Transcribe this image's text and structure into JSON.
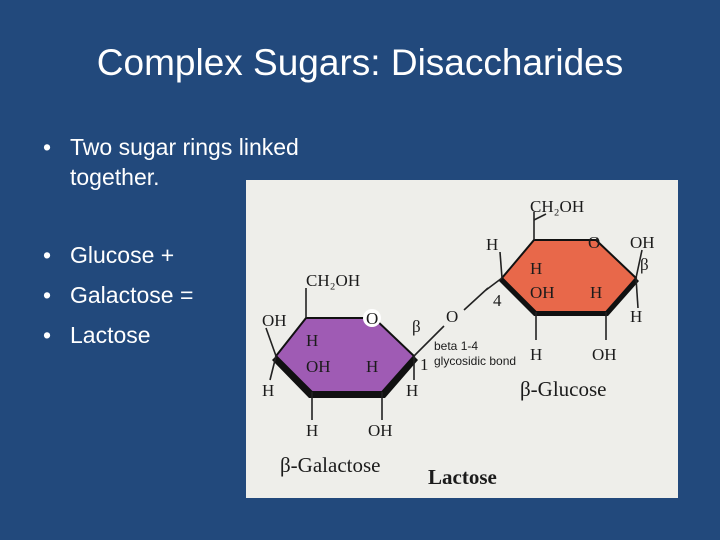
{
  "slide": {
    "title": "Complex Sugars: Disaccharides",
    "bullets": [
      "Two sugar rings linked together.",
      "Glucose +",
      "Galactose =",
      "Lactose"
    ]
  },
  "figure": {
    "glucose": {
      "name": "β-Glucose",
      "ch2oh": "CH₂OH",
      "ring_o": "O",
      "oh_top_right": "OH",
      "beta": "β",
      "h_left_top": "H",
      "h_inner": "H",
      "oh_inner": "OH",
      "h_inner_right": "H",
      "carbon_number": "4",
      "h_right": "H",
      "h_bottom": "H",
      "oh_bottom": "OH"
    },
    "galactose": {
      "name": "β-Galactose",
      "ch2oh": "CH₂OH",
      "ring_o": "O",
      "oh_left": "OH",
      "h_inner_top": "H",
      "oh_inner": "OH",
      "h_inner_right": "H",
      "carbon_number": "1",
      "h_left": "H",
      "h_right": "H",
      "h_bottom": "H",
      "oh_bottom": "OH"
    },
    "link": {
      "beta": "β",
      "oxygen": "O",
      "bond_line1": "beta 1-4",
      "bond_line2": "glycosidic bond"
    },
    "caption": "Lactose",
    "colors": {
      "glucose_ring": "#e8684a",
      "galactose_ring": "#9f5bb4",
      "background": "#22497c",
      "figure_bg": "#eeeeea"
    }
  }
}
